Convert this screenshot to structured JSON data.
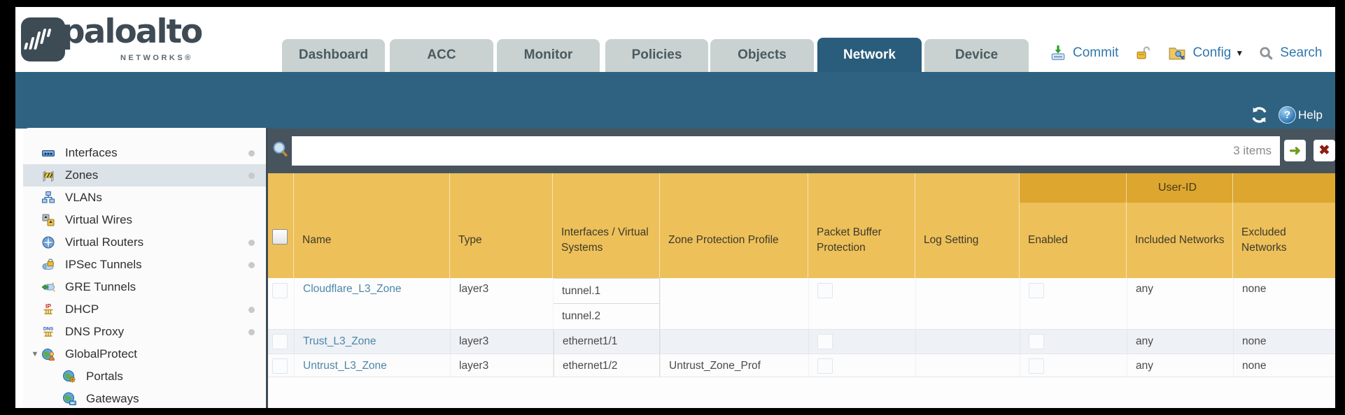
{
  "colors": {
    "teal_band": "#2e6280",
    "active_tab": "#2a5c7c",
    "table_header": "#edc05a",
    "user_id_band": "#dda62f",
    "filter_bar": "#47545e",
    "link_blue": "#4c87a8",
    "selected_row_bg": "#eef1f5",
    "sidebar_selected": "#dbe2e8"
  },
  "brand": {
    "name": "paloalto",
    "sub": "NETWORKS®"
  },
  "nav_tabs": [
    {
      "label": "Dashboard",
      "active": false
    },
    {
      "label": "ACC",
      "active": false
    },
    {
      "label": "Monitor",
      "active": false
    },
    {
      "label": "Policies",
      "active": false
    },
    {
      "label": "Objects",
      "active": false
    },
    {
      "label": "Network",
      "active": true
    },
    {
      "label": "Device",
      "active": false
    }
  ],
  "header_actions": {
    "commit": "Commit",
    "config": "Config",
    "search": "Search"
  },
  "teal_toolbar": {
    "help": "Help"
  },
  "sidebar": {
    "items": [
      {
        "label": "Interfaces",
        "icon": "interfaces-icon",
        "dot": true
      },
      {
        "label": "Zones",
        "icon": "zones-icon",
        "dot": true,
        "selected": true
      },
      {
        "label": "VLANs",
        "icon": "vlans-icon"
      },
      {
        "label": "Virtual Wires",
        "icon": "virtual-wires-icon"
      },
      {
        "label": "Virtual Routers",
        "icon": "virtual-routers-icon",
        "dot": true
      },
      {
        "label": "IPSec Tunnels",
        "icon": "ipsec-tunnels-icon",
        "dot": true
      },
      {
        "label": "GRE Tunnels",
        "icon": "gre-tunnels-icon"
      },
      {
        "label": "DHCP",
        "icon": "dhcp-icon",
        "dot": true
      },
      {
        "label": "DNS Proxy",
        "icon": "dns-proxy-icon",
        "dot": true
      },
      {
        "label": "GlobalProtect",
        "icon": "globalprotect-icon",
        "expandable": true
      },
      {
        "label": "Portals",
        "icon": "portals-icon",
        "indent": true
      },
      {
        "label": "Gateways",
        "icon": "gateways-icon",
        "indent": true
      }
    ]
  },
  "filter": {
    "value": "",
    "count": "3 items"
  },
  "table": {
    "user_id_group": "User-ID",
    "columns": [
      "Name",
      "Type",
      "Interfaces / Virtual Systems",
      "Zone Protection Profile",
      "Packet Buffer Protection",
      "Log Setting",
      "Enabled",
      "Included Networks",
      "Excluded Networks"
    ],
    "rows": [
      {
        "name": "Cloudflare_L3_Zone",
        "type": "layer3",
        "interfaces": [
          "tunnel.1",
          "tunnel.2"
        ],
        "zone_protection_profile": "",
        "packet_buffer_protection": false,
        "log_setting": "",
        "user_id_enabled": false,
        "included_networks": "any",
        "excluded_networks": "none"
      },
      {
        "name": "Trust_L3_Zone",
        "type": "layer3",
        "interfaces": [
          "ethernet1/1"
        ],
        "zone_protection_profile": "",
        "packet_buffer_protection": false,
        "log_setting": "",
        "user_id_enabled": false,
        "included_networks": "any",
        "excluded_networks": "none"
      },
      {
        "name": "Untrust_L3_Zone",
        "type": "layer3",
        "interfaces": [
          "ethernet1/2"
        ],
        "zone_protection_profile": "Untrust_Zone_Prof",
        "packet_buffer_protection": false,
        "log_setting": "",
        "user_id_enabled": false,
        "included_networks": "any",
        "excluded_networks": "none"
      }
    ]
  }
}
